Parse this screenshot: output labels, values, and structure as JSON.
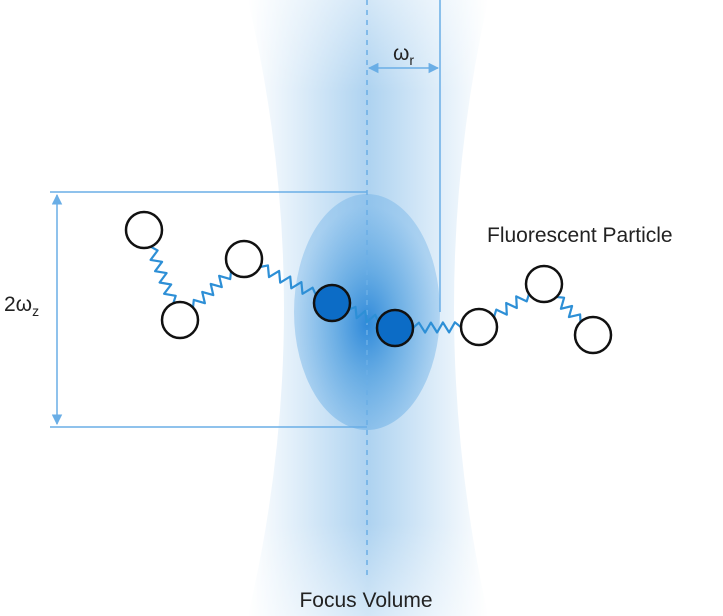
{
  "labels": {
    "radius_prefix": "ω",
    "radius_subscript": "r",
    "axial_prefix": "2ω",
    "axial_subscript": "z",
    "particle": "Fluorescent Particle",
    "focus": "Focus Volume"
  },
  "colors": {
    "beam": "#3d95dc",
    "focus_core": "#1178d4",
    "dimension_line": "#6aaee6",
    "spring": "#2d8fd6",
    "particle_active": "#0c6cc6",
    "particle_outline": "#111111",
    "particle_idle": "#ffffff"
  },
  "icons": {
    "particle_idle": "hollow-circle",
    "particle_active": "filled-blue-circle",
    "linker": "zigzag-spring"
  },
  "particles": [
    {
      "state": "outside"
    },
    {
      "state": "outside"
    },
    {
      "state": "outside"
    },
    {
      "state": "inside"
    },
    {
      "state": "inside"
    },
    {
      "state": "outside"
    },
    {
      "state": "outside"
    },
    {
      "state": "outside"
    }
  ]
}
